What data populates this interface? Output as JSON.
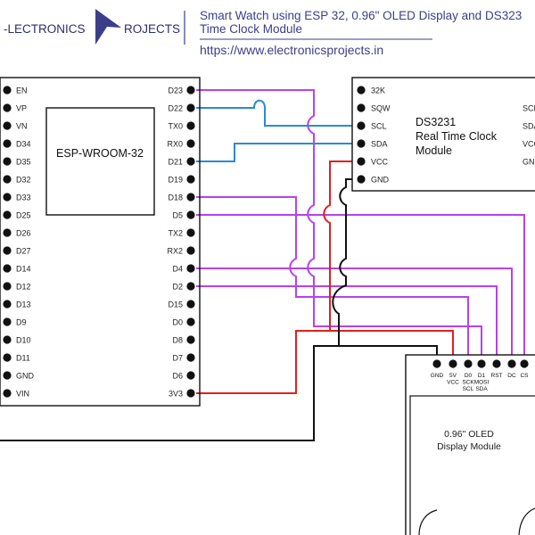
{
  "header": {
    "logo_left": "-LECTRONICS",
    "logo_right": "ROJECTS",
    "title_line1": "Smart Watch using ESP 32, 0.96\" OLED Display and DS323",
    "title_line2": "Time Clock Module",
    "url": "https://www.electronicsprojects.in"
  },
  "esp32": {
    "module_label": "ESP-WROOM-32",
    "left_pins": [
      "EN",
      "VP",
      "VN",
      "D34",
      "D35",
      "D32",
      "D33",
      "D25",
      "D26",
      "D27",
      "D14",
      "D12",
      "D13",
      "D9",
      "D10",
      "D11",
      "GND",
      "VIN"
    ],
    "right_pins": [
      "D23",
      "D22",
      "TX0",
      "RX0",
      "D21",
      "D19",
      "D18",
      "D5",
      "TX2",
      "RX2",
      "D4",
      "D2",
      "D15",
      "D0",
      "D8",
      "D7",
      "D6",
      "3V3"
    ]
  },
  "rtc": {
    "title_line1": "DS3231",
    "title_line2": "Real Time Clock",
    "title_line3": "Module",
    "left_pins": [
      "32K",
      "SQW",
      "SCL",
      "SDA",
      "VCC",
      "GND"
    ],
    "right_pins": [
      "SCL",
      "SDA",
      "VCC",
      "GND"
    ]
  },
  "oled": {
    "title_line1": "0.96\" OLED",
    "title_line2": "Display Module",
    "pins": [
      {
        "lines": [
          "GND"
        ]
      },
      {
        "lines": [
          "5V",
          "VCC"
        ]
      },
      {
        "lines": [
          "D0",
          "SCK",
          "SCL"
        ]
      },
      {
        "lines": [
          "D1",
          "MOSI",
          "SDA"
        ]
      },
      {
        "lines": [
          "RST"
        ]
      },
      {
        "lines": [
          "DC"
        ]
      },
      {
        "lines": [
          "CS"
        ]
      }
    ]
  },
  "colors": {
    "purple": "#b642f0",
    "blue": "#2a8ad6",
    "red": "#e02020",
    "black": "#111111",
    "header_text": "#3b3f8a"
  }
}
